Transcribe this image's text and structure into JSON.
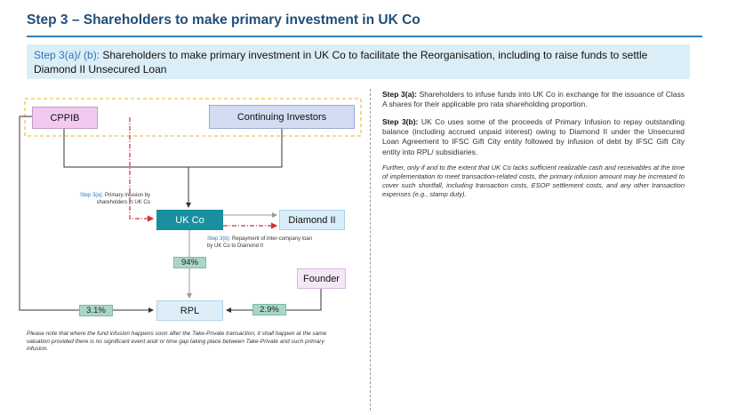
{
  "header": {
    "title": "Step 3 – Shareholders to make primary investment in UK Co",
    "subtitle_step": "Step 3(a)/ (b):",
    "subtitle_text": " Shareholders to make primary investment in UK Co to facilitate the Reorganisation, including to raise funds to settle Diamond II Unsecured Loan"
  },
  "diagram": {
    "nodes": {
      "cppib": "CPPIB",
      "continuing_investors": "Continuing Investors",
      "ukco": "UK Co",
      "diamond2": "Diamond II",
      "founder": "Founder",
      "rpl": "RPL"
    },
    "percentages": {
      "ukco_to_rpl": "94%",
      "cppib_to_rpl": "3.1%",
      "founder_to_rpl": "2.9%"
    },
    "notes": {
      "step3a_label": "Step 3(a):",
      "step3a_text": " Primary infusion by shareholders in UK Co",
      "step3b_label": "Step 3(b):",
      "step3b_text": " Repayment of inter-company loan by UK Co to Diamond II"
    }
  },
  "footnote": "Please note that where the fund infusion happens soon after the Take-Private transaction, it shall happen at the same valuation provided there is no significant event and/ or time gap taking place between Take-Private and such primary infusion.",
  "right_panel": {
    "p1_label": "Step 3(a):",
    "p1_text": " Shareholders to infuse funds into UK Co in exchange for the issuance of Class A shares for their applicable pro rata shareholding proportion.",
    "p2_label": "Step 3(b):",
    "p2_text": " UK Co uses some of the proceeds of Primary Infusion to repay outstanding balance (including accrued unpaid interest) owing to Diamond II under the Unsecured Loan Agreement to IFSC Gift City entity followed by infusion of debt by IFSC Gift City entity into RPL/ subsidiaries.",
    "p3_text": "Further, only if and to the extent that UK Co lacks sufficient realizable cash and receivables at the time of implementation to meet transaction-related costs, the primary infusion amount may be increased to cover such shortfall, including transaction costs, ESOP settlement costs, and any other transaction expenses (e.g., stamp duty)."
  },
  "colors": {
    "title": "#1f4e79",
    "accent": "#2e74b5",
    "ukco_fill": "#1890a0",
    "dashed_red": "#d0303a",
    "dashed_yellow": "#e6c84a"
  }
}
